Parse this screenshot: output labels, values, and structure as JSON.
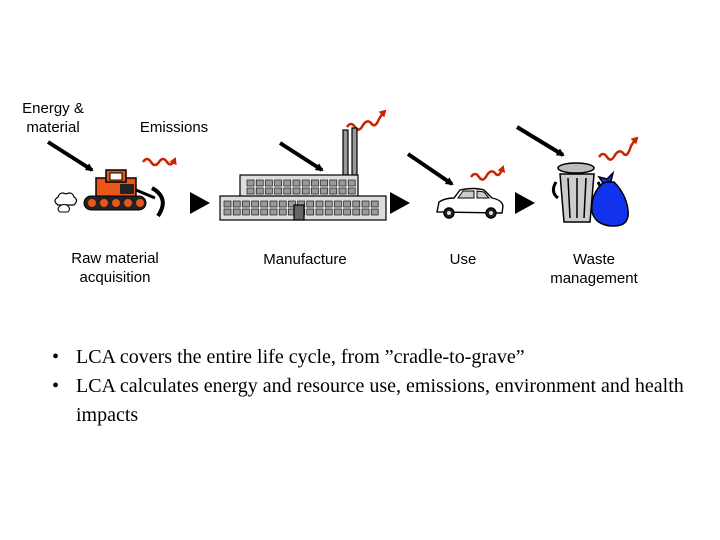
{
  "labels": {
    "energy_material": "Energy & material",
    "emissions": "Emissions",
    "stages": [
      "Raw material acquisition",
      "Manufacture",
      "Use",
      "Waste management"
    ]
  },
  "bullets": [
    "LCA covers the entire life cycle, from ”cradle-to-grave”",
    "LCA calculates energy and resource use, emissions, environment and health impacts"
  ],
  "icons": [
    "bulldozer-icon",
    "factory-icon",
    "car-icon",
    "trash-can-icon",
    "garbage-bag-icon"
  ],
  "colors": {
    "arrow": "#000000",
    "emission": "#cc2200",
    "bulldozer": "#e8561a",
    "bag": "#1133ee"
  }
}
